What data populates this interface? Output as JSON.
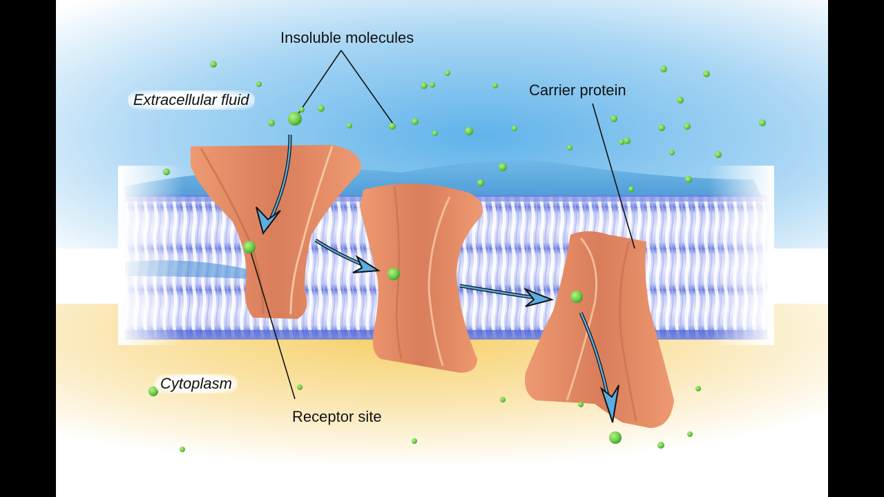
{
  "diagram": {
    "subject": "Facilitated diffusion through carrier proteins",
    "labels": {
      "insoluble_molecules": "Insoluble molecules",
      "extracellular_fluid": "Extracellular fluid",
      "carrier_protein": "Carrier protein",
      "cytoplasm": "Cytoplasm",
      "receptor_site": "Receptor site"
    },
    "regions": [
      {
        "name": "extracellular-fluid",
        "color": "#8ec8ee"
      },
      {
        "name": "lipid-bilayer",
        "color": "#b9c2f2"
      },
      {
        "name": "cytoplasm",
        "color": "#f7d98a"
      }
    ],
    "carrier_proteins": [
      {
        "id": 1,
        "stage": "open to extracellular side, molecule bound at receptor site"
      },
      {
        "id": 2,
        "stage": "conformational change, molecule held mid-membrane"
      },
      {
        "id": 3,
        "stage": "open to cytoplasm, molecule released"
      }
    ],
    "process_arrows": [
      {
        "from": "extracellular fluid",
        "to": "receptor site of protein 1"
      },
      {
        "from": "protein 1",
        "to": "protein 2"
      },
      {
        "from": "protein 2",
        "to": "protein 3"
      },
      {
        "from": "protein 3",
        "to": "cytoplasm"
      }
    ],
    "colors": {
      "protein": "#e8906a",
      "molecule": "#6fcf4a",
      "arrow_fill": "#5aaee0",
      "leader_line": "#111111",
      "frame": "#000000"
    }
  }
}
